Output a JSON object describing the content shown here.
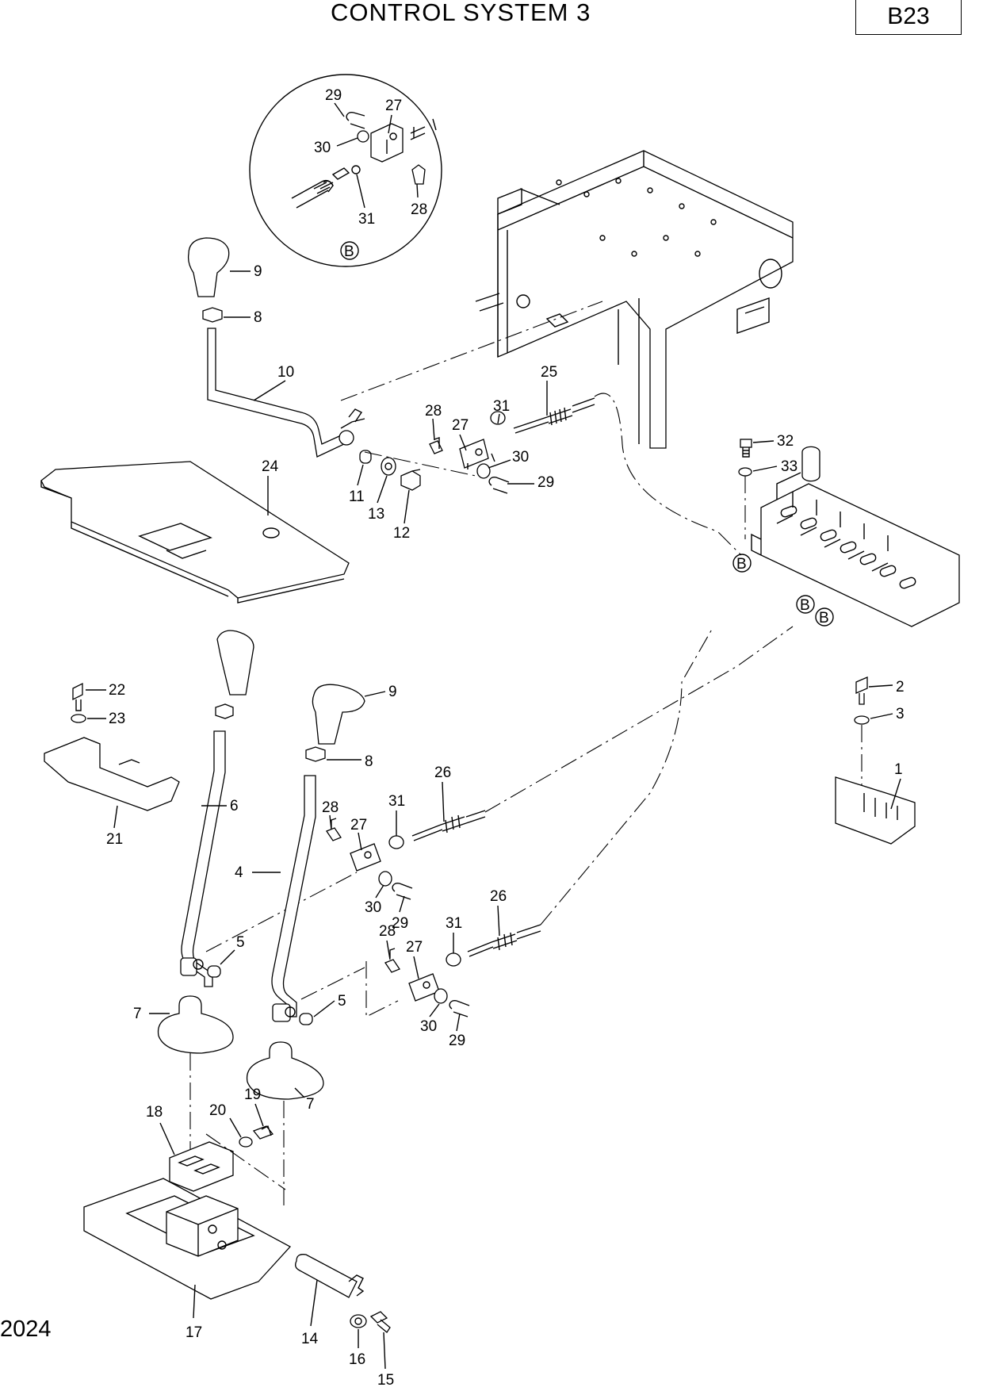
{
  "header": {
    "title": "CONTROL SYSTEM 3",
    "code": "B23"
  },
  "footer": {
    "year": "2024"
  },
  "detail_view": {
    "marker": "B"
  },
  "callouts": {
    "c29a": "29",
    "c27a": "27",
    "c30a": "30",
    "c31a": "31",
    "c28a": "28",
    "c9a": "9",
    "c8a": "8",
    "c10": "10",
    "c25": "25",
    "c28b": "28",
    "c27b": "27",
    "c31b": "31",
    "c30b": "30",
    "c29b": "29",
    "c32": "32",
    "c33": "33",
    "c24": "24",
    "c11": "11",
    "c13": "13",
    "c12": "12",
    "c22": "22",
    "c23": "23",
    "c21": "21",
    "c9b": "9",
    "c8b": "8",
    "c6": "6",
    "c4": "4",
    "c2": "2",
    "c3": "3",
    "c1": "1",
    "c26a": "26",
    "c28c": "28",
    "c27c": "27",
    "c31c": "31",
    "c30c": "30",
    "c29c": "29",
    "c5a": "5",
    "c7a": "7",
    "c26b": "26",
    "c28d": "28",
    "c27d": "27",
    "c31d": "31",
    "c30d": "30",
    "c29d": "29",
    "c5b": "5",
    "c7b": "7",
    "c18": "18",
    "c20": "20",
    "c19": "19",
    "c17": "17",
    "c14": "14",
    "c16": "16",
    "c15": "15"
  },
  "ref_markers": {
    "b1": "B",
    "b2": "B",
    "b3": "B"
  }
}
